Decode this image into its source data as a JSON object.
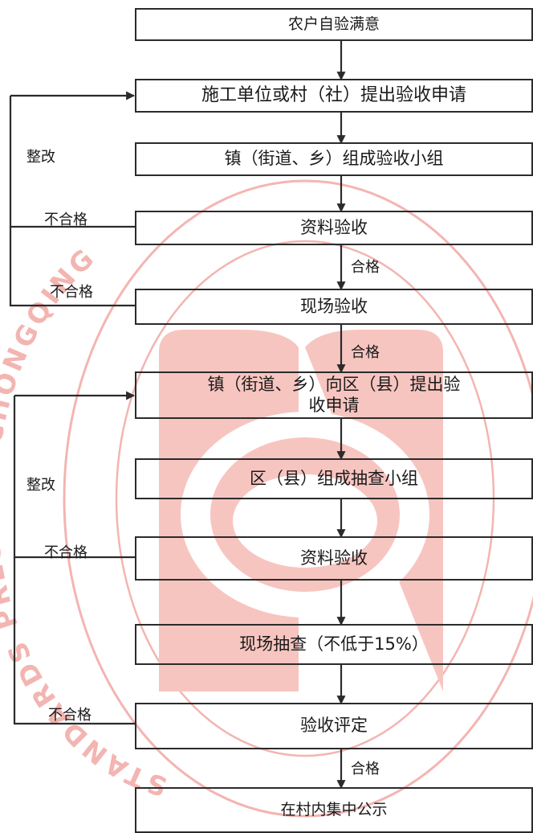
{
  "steps": {
    "s1": "农户自验满意",
    "s2": "施工单位或村（社）提出验收申请",
    "s3": "镇（街道、乡）组成验收小组",
    "s4": "资料验收",
    "s5": "现场验收",
    "s6a": "镇（街道、乡）向区（县）提出验",
    "s6b": "收申请",
    "s7": "区（县）组成抽查小组",
    "s8": "资料验收",
    "s9": "现场抽查（不低于15%）",
    "s10": "验收评定",
    "s11": "在村内集中公示"
  },
  "labels": {
    "rectify": "整改",
    "fail": "不合格",
    "pass": "合格"
  },
  "watermark": {
    "text": "STANDARDS PRESS OF CHONGQING",
    "color": "#e8453c"
  },
  "colors": {
    "line": "#2b2b2b",
    "watermark": "#e8453c"
  }
}
